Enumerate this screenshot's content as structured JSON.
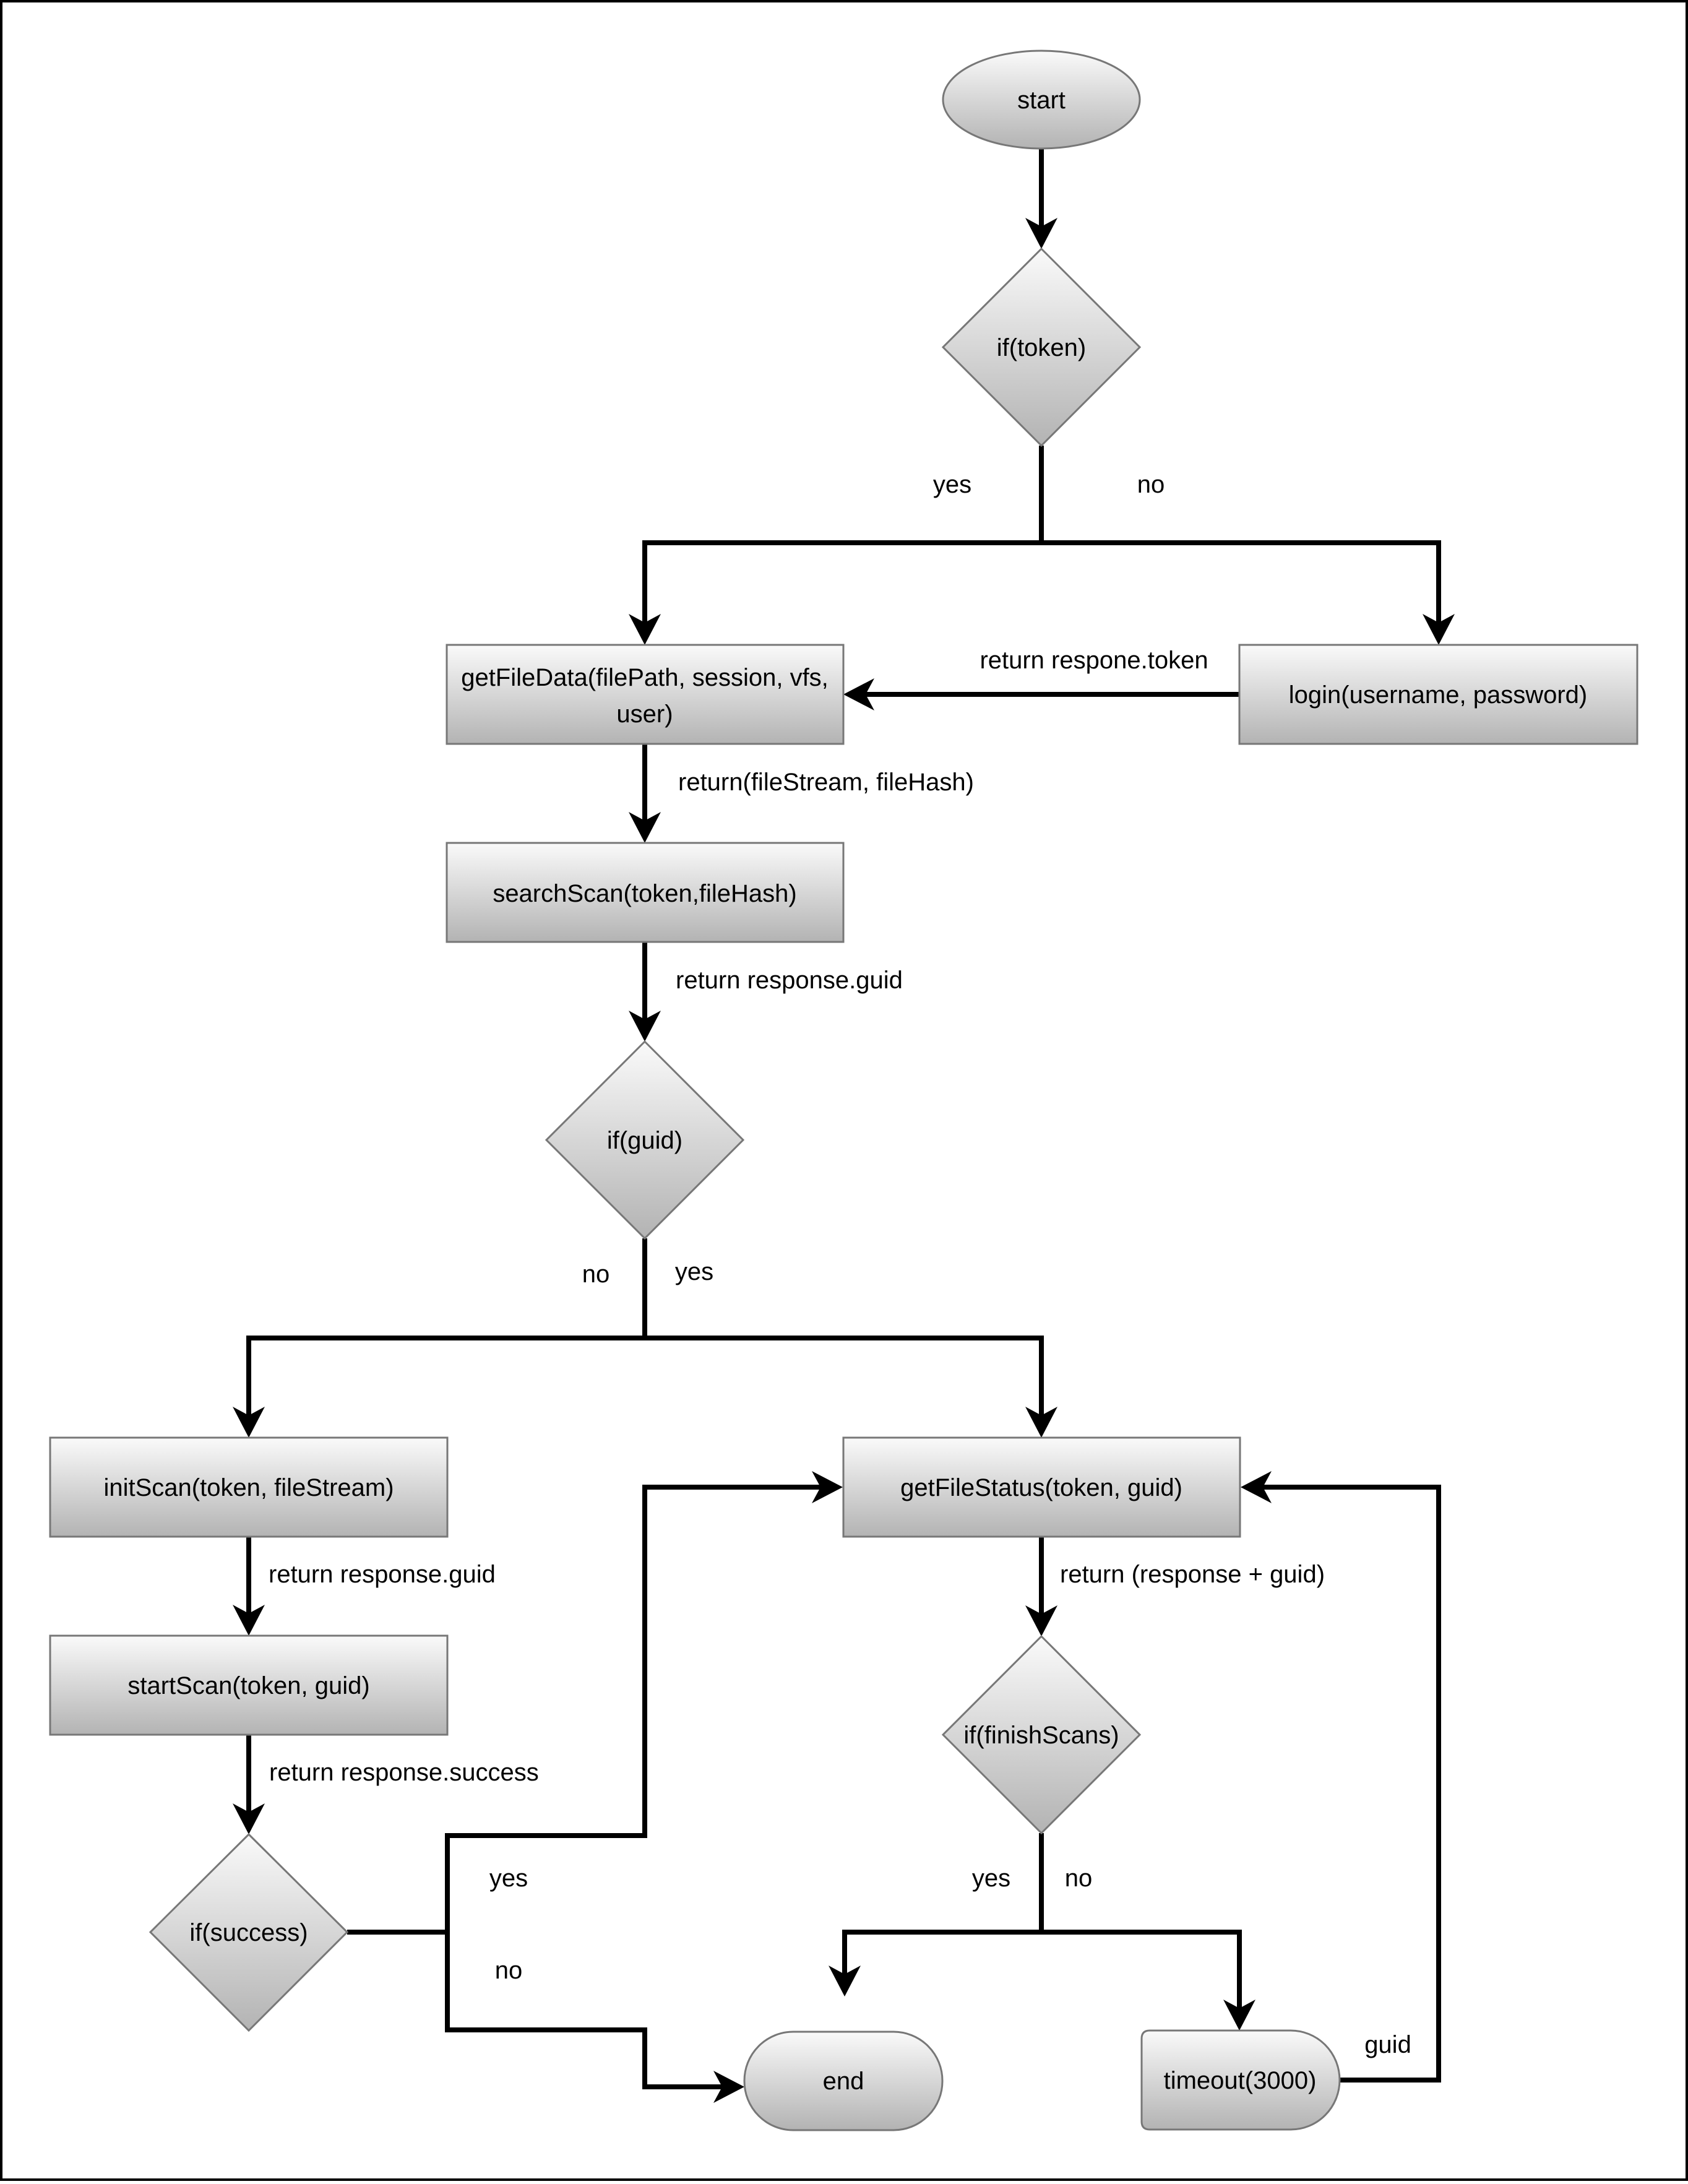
{
  "nodes": {
    "start": "start",
    "if_token": "if(token)",
    "get_file_data_line1": "getFileData(filePath, session, vfs,",
    "get_file_data_line2": "user)",
    "login": "login(username, password)",
    "search_scan": "searchScan(token,fileHash)",
    "if_guid": "if(guid)",
    "init_scan": "initScan(token, fileStream)",
    "get_file_status": "getFileStatus(token, guid)",
    "start_scan": "startScan(token, guid)",
    "if_finish_scans": "if(finishScans)",
    "if_success": "if(success)",
    "end": "end",
    "timeout": "timeout(3000)"
  },
  "edge_labels": {
    "token_yes": "yes",
    "token_no": "no",
    "return_token": "return respone.token",
    "return_file_stream_hash": "return(fileStream, fileHash)",
    "return_guid_search": "return response.guid",
    "guid_no": "no",
    "guid_yes": "yes",
    "return_guid_init": "return response.guid",
    "return_response_guid": "return (response + guid)",
    "return_success": "return response.success",
    "success_yes": "yes",
    "success_no": "no",
    "finish_yes": "yes",
    "finish_no": "no",
    "timeout_guid": "guid"
  },
  "colors": {
    "fill_top": "#fafafa",
    "fill_bottom": "#b3b3b3",
    "stroke": "#777777",
    "edge": "#000000"
  }
}
